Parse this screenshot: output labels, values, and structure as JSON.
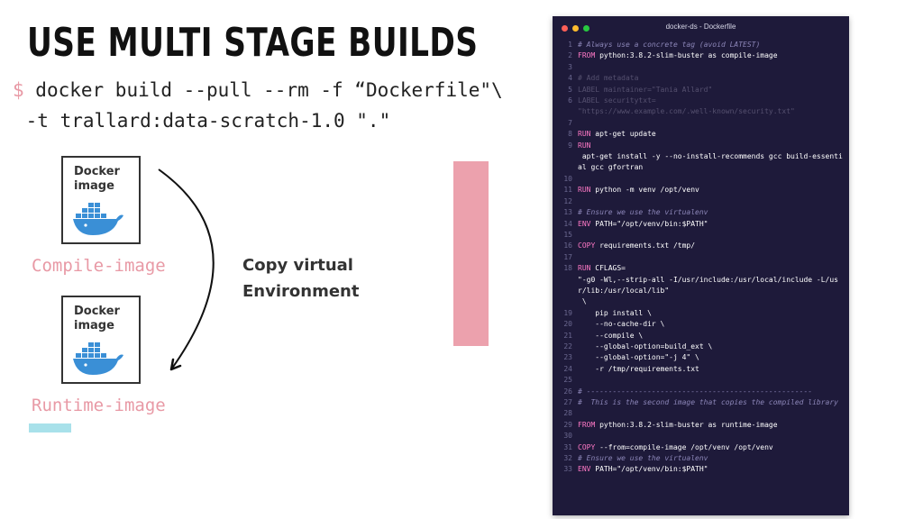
{
  "slide": {
    "title": "USE MULTI STAGE BUILDS",
    "command_prompt": "$",
    "command_line1": " docker build --pull --rm -f “Dockerfile\"\\",
    "command_line2": " -t trallard:data-scratch-1.0 \".\""
  },
  "diagram": {
    "box1_label": "Docker\nimage",
    "box2_label": "Docker\nimage",
    "compile_label": "Compile-image",
    "runtime_label": "Runtime-image",
    "copy_label": "Copy virtual\nEnvironment"
  },
  "colors": {
    "accent_pink": "#e899a5",
    "accent_cyan": "#a8e1ea",
    "editor_bg": "#1e1a3a",
    "docker_blue": "#3a8fd6"
  },
  "editor": {
    "window_title": "docker-ds - Dockerfile",
    "lines": [
      {
        "n": "1",
        "t": "# Always use a concrete tag (avoid LATEST)",
        "k": "comment"
      },
      {
        "n": "2",
        "t": "FROM python:3.8.2-slim-buster as compile-image",
        "k": "code"
      },
      {
        "n": "3",
        "t": "",
        "k": "code"
      },
      {
        "n": "4",
        "t": "# Add metadata",
        "k": "dim"
      },
      {
        "n": "5",
        "t": "LABEL maintainer=\"Tania Allard\"",
        "k": "dim"
      },
      {
        "n": "6",
        "t": "LABEL securitytxt=",
        "k": "dim"
      },
      {
        "n": "",
        "t": "\"https://www.example.com/.well-known/security.txt\"",
        "k": "dim"
      },
      {
        "n": "7",
        "t": "",
        "k": "code"
      },
      {
        "n": "8",
        "t": "RUN apt-get update",
        "k": "code"
      },
      {
        "n": "9",
        "t": "RUN",
        "k": "code"
      },
      {
        "n": "",
        "t": " apt-get install -y --no-install-recommends gcc build-essential gcc gfortran",
        "k": "code"
      },
      {
        "n": "",
        "t": "",
        "k": "code"
      },
      {
        "n": "10",
        "t": "",
        "k": "code"
      },
      {
        "n": "11",
        "t": "RUN python -m venv /opt/venv",
        "k": "code"
      },
      {
        "n": "12",
        "t": "",
        "k": "code"
      },
      {
        "n": "13",
        "t": "# Ensure we use the virtualenv",
        "k": "comment"
      },
      {
        "n": "14",
        "t": "ENV PATH=\"/opt/venv/bin:$PATH\"",
        "k": "code"
      },
      {
        "n": "15",
        "t": "",
        "k": "code"
      },
      {
        "n": "16",
        "t": "COPY requirements.txt /tmp/",
        "k": "code"
      },
      {
        "n": "17",
        "t": "",
        "k": "code"
      },
      {
        "n": "18",
        "t": "RUN CFLAGS=",
        "k": "code"
      },
      {
        "n": "",
        "t": "\"-g0 -Wl,--strip-all -I/usr/include:/usr/local/include -L/usr/lib:/usr/local/lib\"",
        "k": "code"
      },
      {
        "n": "",
        "t": " \\",
        "k": "code"
      },
      {
        "n": "19",
        "t": "    pip install \\",
        "k": "code"
      },
      {
        "n": "20",
        "t": "    --no-cache-dir \\",
        "k": "code"
      },
      {
        "n": "21",
        "t": "    --compile \\",
        "k": "code"
      },
      {
        "n": "22",
        "t": "    --global-option=build_ext \\",
        "k": "code"
      },
      {
        "n": "23",
        "t": "    --global-option=\"-j 4\" \\",
        "k": "code"
      },
      {
        "n": "24",
        "t": "    -r /tmp/requirements.txt",
        "k": "code"
      },
      {
        "n": "25",
        "t": "",
        "k": "code"
      },
      {
        "n": "26",
        "t": "# ----------------------------------------------------",
        "k": "comment"
      },
      {
        "n": "27",
        "t": "#  This is the second image that copies the compiled library",
        "k": "comment"
      },
      {
        "n": "",
        "t": "",
        "k": "code"
      },
      {
        "n": "28",
        "t": "",
        "k": "code"
      },
      {
        "n": "29",
        "t": "FROM python:3.8.2-slim-buster as runtime-image",
        "k": "code"
      },
      {
        "n": "30",
        "t": "",
        "k": "code"
      },
      {
        "n": "31",
        "t": "COPY --from=compile-image /opt/venv /opt/venv",
        "k": "code"
      },
      {
        "n": "32",
        "t": "# Ensure we use the virtualenv",
        "k": "comment"
      },
      {
        "n": "33",
        "t": "ENV PATH=\"/opt/venv/bin:$PATH\"",
        "k": "code"
      }
    ]
  },
  "icons": {
    "whale": "docker-whale-icon",
    "arrow": "curved-arrow-icon"
  }
}
